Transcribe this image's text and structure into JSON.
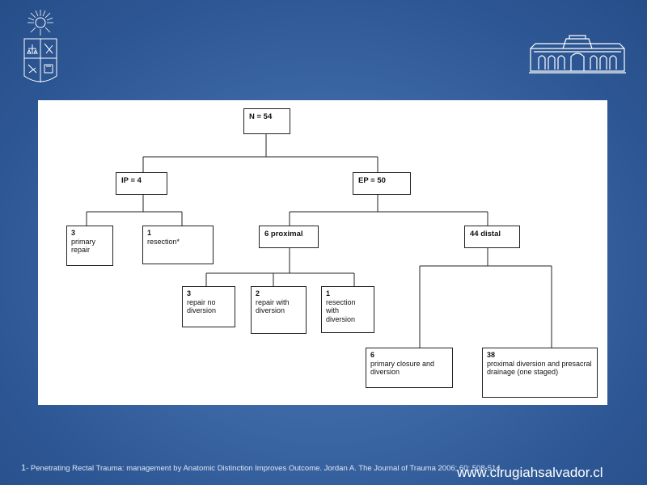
{
  "diagram": {
    "root": "N = 54",
    "ip": "IP = 4",
    "ep": "EP = 50",
    "ip_primary_num": "3",
    "ip_primary_text": "primary repair",
    "ip_resection_num": "1",
    "ip_resection_text": "resection*",
    "proximal": "6 proximal",
    "distal": "44 distal",
    "prox_repair_num": "3",
    "prox_repair_text": "repair no diversion",
    "prox_repair_div_num": "2",
    "prox_repair_div_text": "repair with diversion",
    "prox_resection_num": "1",
    "prox_resection_text": "resection with diversion",
    "distal_closure_num": "6",
    "distal_closure_text": "primary closure and diversion",
    "distal_drainage_num": "38",
    "distal_drainage_text": "proximal diversion and presacral drainage (one staged)"
  },
  "footer": {
    "footnote_number": "1",
    "citation": "- Penetrating Rectal Trauma: management by Anatomic Distinction Improves Outcome. Jordan A. The Journal of Trauma 2006; 60: 508-514",
    "website": "www.cirugiahsalvador.cl"
  },
  "colors": {
    "background": "#2d5794",
    "panel": "#ffffff",
    "lines": "#222222"
  },
  "icons": [
    "university-crest-logo",
    "hospital-building-logo"
  ]
}
